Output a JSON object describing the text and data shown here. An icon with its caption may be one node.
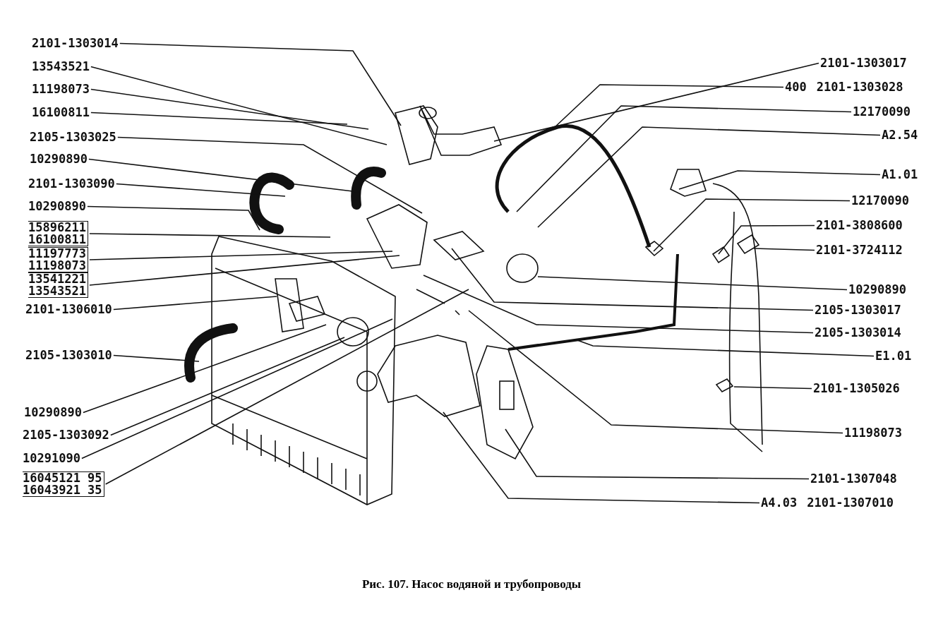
{
  "diagram": {
    "caption": "Рис. 107. Насос водяной и трубопроводы",
    "nodes": [
      {
        "text": [
          "2101-1303014"
        ]
      },
      {
        "text": [
          "13543521"
        ]
      },
      {
        "text": [
          "11198073"
        ]
      },
      {
        "text": [
          "16100811"
        ]
      },
      {
        "text": [
          "2105-1303025"
        ]
      },
      {
        "text": [
          "10290890"
        ]
      },
      {
        "text": [
          "2101-1303090"
        ]
      },
      {
        "text": [
          "10290890"
        ]
      },
      {
        "text": [
          "15896211",
          "16100811"
        ]
      },
      {
        "text": [
          "11197773",
          "11198073"
        ]
      },
      {
        "text": [
          "13541221",
          "13543521"
        ]
      },
      {
        "text": [
          "2101-1306010"
        ]
      },
      {
        "text": [
          "2105-1303010"
        ]
      },
      {
        "text": [
          "10290890"
        ]
      },
      {
        "text": [
          "2105-1303092"
        ]
      },
      {
        "text": [
          "10291090"
        ]
      },
      {
        "text": [
          "16045121 95",
          "16043921 35"
        ]
      },
      {
        "text": [
          "2101-1303017"
        ]
      },
      {
        "text": [
          "400",
          "2101-1303028"
        ]
      },
      {
        "text": [
          "12170090"
        ]
      },
      {
        "text": [
          "A2.54"
        ]
      },
      {
        "text": [
          "A1.01"
        ]
      },
      {
        "text": [
          "12170090"
        ]
      },
      {
        "text": [
          "2101-3808600"
        ]
      },
      {
        "text": [
          "2101-3724112"
        ]
      },
      {
        "text": [
          "10290890"
        ]
      },
      {
        "text": [
          "2105-1303017"
        ]
      },
      {
        "text": [
          "2105-1303014"
        ]
      },
      {
        "text": [
          "E1.01"
        ]
      },
      {
        "text": [
          "2101-1305026"
        ]
      },
      {
        "text": [
          "11198073"
        ]
      },
      {
        "text": [
          "2101-1307048"
        ]
      },
      {
        "text": [
          "A4.03",
          "2101-1307010"
        ]
      }
    ],
    "edges": [
      {
        "from": 0,
        "to": null,
        "arrow": "none"
      },
      {
        "from": 1,
        "to": null,
        "arrow": "none"
      },
      {
        "from": 2,
        "to": null,
        "arrow": "none"
      },
      {
        "from": 3,
        "to": null,
        "arrow": "none"
      },
      {
        "from": 4,
        "to": null,
        "arrow": "none"
      },
      {
        "from": 5,
        "to": null,
        "arrow": "none"
      },
      {
        "from": 6,
        "to": null,
        "arrow": "none"
      },
      {
        "from": 7,
        "to": null,
        "arrow": "none"
      },
      {
        "from": 8,
        "to": null,
        "arrow": "none"
      },
      {
        "from": 9,
        "to": null,
        "arrow": "none"
      },
      {
        "from": 10,
        "to": null,
        "arrow": "none"
      },
      {
        "from": 11,
        "to": null,
        "arrow": "none"
      },
      {
        "from": 12,
        "to": null,
        "arrow": "none"
      },
      {
        "from": 13,
        "to": null,
        "arrow": "none"
      },
      {
        "from": 14,
        "to": null,
        "arrow": "none"
      },
      {
        "from": 15,
        "to": null,
        "arrow": "none"
      },
      {
        "from": 16,
        "to": null,
        "arrow": "none"
      },
      {
        "from": 17,
        "to": null,
        "arrow": "none"
      },
      {
        "from": 18,
        "to": null,
        "arrow": "none"
      },
      {
        "from": 19,
        "to": null,
        "arrow": "none"
      },
      {
        "from": 20,
        "to": null,
        "arrow": "none"
      },
      {
        "from": 21,
        "to": null,
        "arrow": "none"
      },
      {
        "from": 22,
        "to": null,
        "arrow": "none"
      },
      {
        "from": 23,
        "to": null,
        "arrow": "none"
      },
      {
        "from": 24,
        "to": null,
        "arrow": "none"
      },
      {
        "from": 25,
        "to": null,
        "arrow": "none"
      },
      {
        "from": 26,
        "to": null,
        "arrow": "none"
      },
      {
        "from": 27,
        "to": null,
        "arrow": "none"
      },
      {
        "from": 28,
        "to": null,
        "arrow": "none"
      },
      {
        "from": 29,
        "to": null,
        "arrow": "none"
      },
      {
        "from": 30,
        "to": null,
        "arrow": "none"
      },
      {
        "from": 31,
        "to": null,
        "arrow": "none"
      },
      {
        "from": 32,
        "to": null,
        "arrow": "none"
      }
    ]
  }
}
